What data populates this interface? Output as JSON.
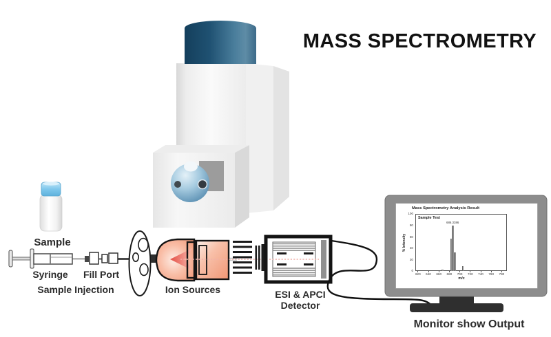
{
  "title": "MASS SPECTROMETRY",
  "labels": {
    "sample": "Sample",
    "syringe": "Syringe",
    "fill_port": "Fill Port",
    "sample_injection": "Sample Injection",
    "ion_sources": "Ion Sources",
    "detector_line1": "ESI & APCI",
    "detector_line2": "Detector",
    "monitor": "Monitor show Output"
  },
  "colors": {
    "cylinder_blue": "#1f5172",
    "machine_gray": "#f2f2f2",
    "port_blue": "#4a82a8",
    "vial_cap_blue": "#7ec7ec",
    "ion_source_salmon": "#f8bda6",
    "arrow_red": "#e44f45",
    "beam_dotted_pink": "#f0b1aa",
    "monitor_frame_gray": "#8d8d8d",
    "stand_dark": "#2f2f2f",
    "text_black": "#111111"
  },
  "chart_data": {
    "type": "bar",
    "title": "Mass Spectrometry Analysis Result",
    "annotation": "Sample Test",
    "xlabel": "m/z",
    "ylabel": "% Intensity",
    "xlim": [
      615,
      790
    ],
    "ylim": [
      0,
      100
    ],
    "x_ticks": [
      620,
      640,
      660,
      680,
      700,
      720,
      740,
      760,
      780
    ],
    "y_ticks": [
      0,
      20,
      40,
      60,
      80,
      100
    ],
    "grid": false,
    "legend": "none",
    "peaks": [
      {
        "mz": 666,
        "intensity": 3
      },
      {
        "mz": 683,
        "intensity": 57
      },
      {
        "mz": 686.3,
        "intensity": 80,
        "label": "686.3386"
      },
      {
        "mz": 689.5,
        "intensity": 32
      },
      {
        "mz": 705,
        "intensity": 9
      }
    ]
  }
}
